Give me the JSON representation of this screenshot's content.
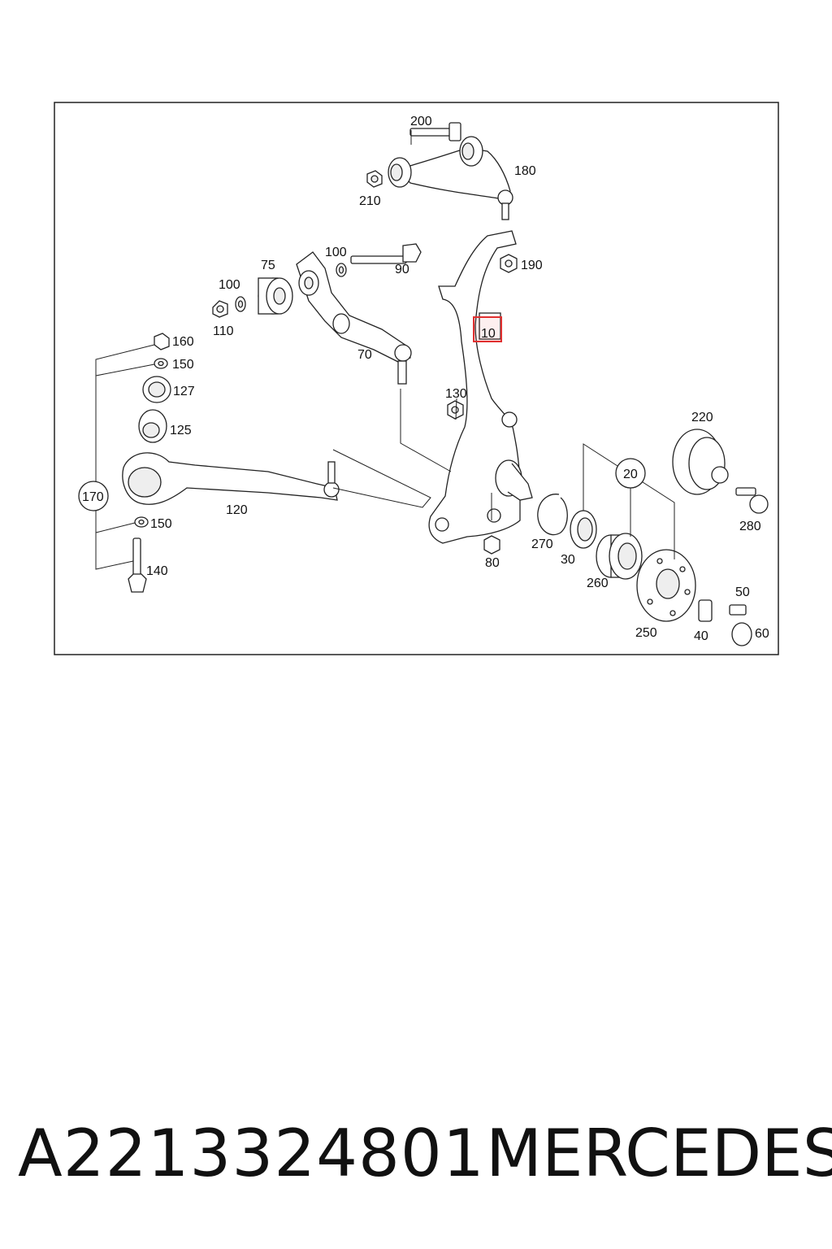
{
  "diagram": {
    "labels": {
      "l200": "200",
      "l180": "180",
      "l210": "210",
      "l190": "190",
      "l100a": "100",
      "l90": "90",
      "l75": "75",
      "l100b": "100",
      "l110": "110",
      "l70": "70",
      "l10": "10",
      "l160": "160",
      "l150a": "150",
      "l127": "127",
      "l125": "125",
      "l130": "130",
      "l220": "220",
      "l170": "170",
      "l120": "120",
      "l20": "20",
      "l280": "280",
      "l150b": "150",
      "l270": "270",
      "l30": "30",
      "l80": "80",
      "l260": "260",
      "l140": "140",
      "l50": "50",
      "l250": "250",
      "l40": "40",
      "l60": "60"
    },
    "highlight_color": "#e03030"
  },
  "footer": {
    "part_number": "A2213324801",
    "brand": "MERCEDES"
  }
}
